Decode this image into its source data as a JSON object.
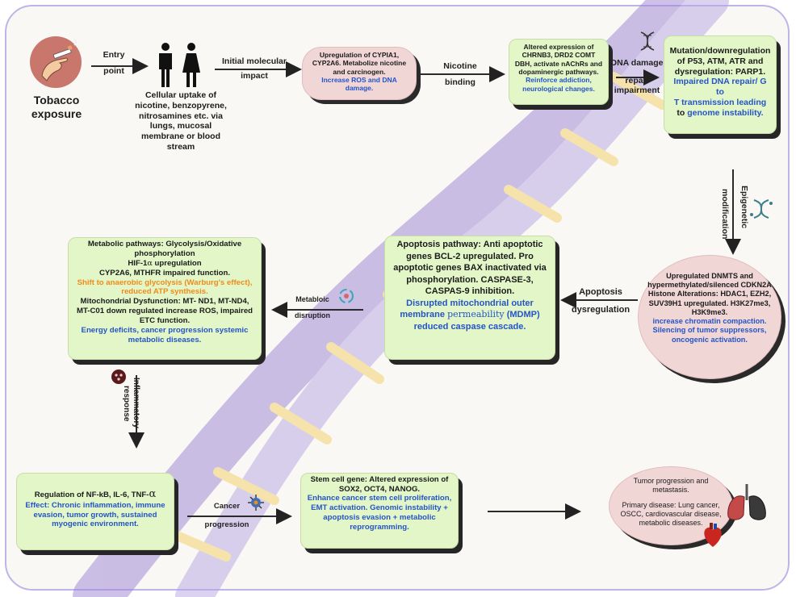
{
  "start": {
    "title_line1": "Tobacco",
    "title_line2": "exposure"
  },
  "uptake": {
    "text": "Cellular uptake of nicotine, benzopyrene, nitrosamines etc. via lungs, mucosal membrane or blood stream"
  },
  "cyp": {
    "black": "Upregulation of CYPIA1, CYP2A6. Metabolize nicotine and carcinogen.",
    "blue": "Increase ROS and DNA damage."
  },
  "receptors": {
    "black": "Altered expression of CHRNB3, DRD2 COMT DBH, activate nAChRs and dopaminergic pathways.",
    "blue": "Reinforce addiction, neurological changes."
  },
  "mutation": {
    "black": "Mutation/downregulation of P53, ATM, ATR and dysregulation: PARP1.",
    "blue1": "Impaired DNA repair/ G to",
    "blue2": "T transmission leading",
    "to": "to",
    "blue3": "genome  instability."
  },
  "epigenetic": {
    "line1": "Upregulated DNMTS and hypermethylated/silenced CDKN2A",
    "line2": "Histone Alterations: HDAC1, EZH2, SUV39H1 upregulated. H3K27me3, H3K9me3.",
    "blue": "increase chromatin compaction. Silencing of tumor suppressors, oncogenic activation."
  },
  "apoptosis": {
    "black": "Apoptosis pathway: Anti apoptotic genes BCL-2 upregulated. Pro apoptotic genes BAX inactivated via phosphorylation. CASPASE-3, CASPAS-9 inhibition.",
    "blue_a": "Disrupted mitochondrial outer membrane",
    "blue_b": "permeability",
    "blue_c": "(MDMP) reduced caspase cascade."
  },
  "metabolic": {
    "l1": "Metabolic pathways: Glycolysis/Oxidative phosphorylation",
    "l2a": "HIF-1",
    "l2b": "α",
    "l2c": " upregulation",
    "l3": "CYP2A6, MTHFR impaired function.",
    "orange": "Shift to anaerobic glycolysis (Warburg's effect), reduced ATP synthesis.",
    "l4": "Mitochondrial Dysfunction: MT- ND1, MT-ND4, MT-C01 down regulated increase ROS, impaired ETC function.",
    "blue": "Energy deficits, cancer progression systemic metabolic diseases."
  },
  "inflammation": {
    "black_a": "Regulation of NF-kB, IL-6, TNF-",
    "black_b": "α",
    "blue": "Effect: Chronic inflammation, immune evasion, tumor growth, sustained myogenic environment."
  },
  "stem": {
    "black": "Stem cell gene: Altered expression of SOX2, OCT4, NANOG.",
    "blue": "Enhance cancer stem cell proliferation, EMT activation. Genomic instability + apoptosis evasion + metabolic reprogramming."
  },
  "tumor": {
    "title": "Tumor progression and metastasis.",
    "body": "Primary disease: Lung cancer, OSCC, cardiovascular disease, metabolic diseases."
  },
  "labels": {
    "entry1": "Entry",
    "entry2": "point",
    "initial1": "Initial molecular",
    "initial2": "impact",
    "nicotine1": "Nicotine",
    "nicotine2": "binding",
    "dna_damage": "DNA damage",
    "repair1": "repair",
    "repair2": "impairment",
    "epigenetic": "Epigenetic",
    "modification": "modification",
    "apop1": "Apoptosis",
    "apop2": "dysregulation",
    "metab1": "Metabloic",
    "metab2": "disruption",
    "inflam1": "Inflammatory",
    "inflam2": "response",
    "cancer1": "Cancer",
    "cancer2": "progression"
  },
  "colors": {
    "green_box": "#e3f6c8",
    "pink_box": "#f1d6d6",
    "blue_text": "#2454c7",
    "orange_text": "#f08a1a",
    "frame": "#bfb4ea"
  },
  "icons": [
    "hand-cigarette-icon",
    "man-icon",
    "woman-icon",
    "dna-icon",
    "cell-cycle-icon",
    "cell-icon",
    "virus-icon",
    "lungs-icon",
    "heart-icon"
  ]
}
